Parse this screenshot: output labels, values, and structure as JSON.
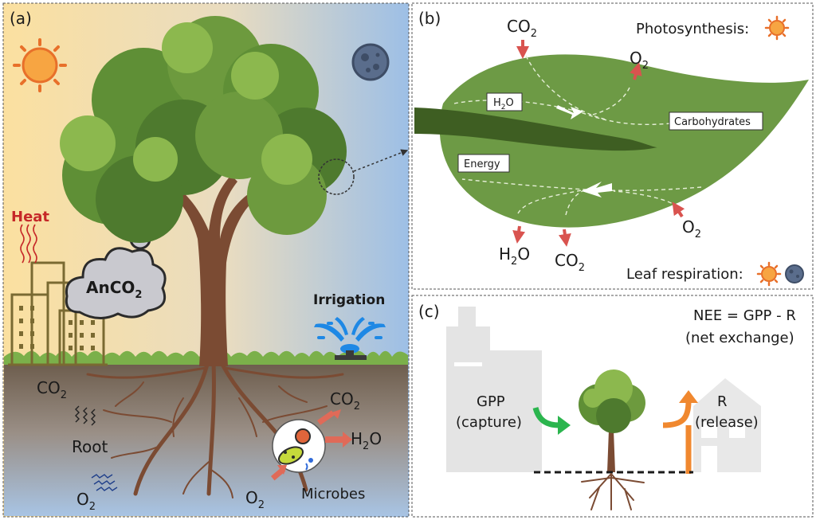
{
  "panels": {
    "a": {
      "label": "(a)",
      "heat": "Heat",
      "anco2_main": "AnCO",
      "anco2_sub": "2",
      "irrigation": "Irrigation",
      "soil_co2_main": "CO",
      "soil_co2_sub": "2",
      "root": "Root",
      "soil_o2_main": "O",
      "soil_o2_sub": "2",
      "microbe_co2_main": "CO",
      "microbe_co2_sub": "2",
      "microbe_h2o_main": "H",
      "microbe_h2o_sub": "2",
      "microbe_h2o_tail": "O",
      "microbe_o2_main": "O",
      "microbe_o2_sub": "2",
      "microbes": "Microbes"
    },
    "b": {
      "label": "(b)",
      "co2_in_main": "CO",
      "co2_in_sub": "2",
      "photosynthesis": "Photosynthesis:",
      "o2_out_main": "O",
      "o2_out_sub": "2",
      "h2o_box_main": "H",
      "h2o_box_sub": "2",
      "h2o_box_tail": "O",
      "carbohydrates": "Carbohydrates",
      "energy": "Energy",
      "h2o_out_main": "H",
      "h2o_out_sub": "2",
      "h2o_out_tail": "O",
      "co2_out_main": "CO",
      "co2_out_sub": "2",
      "o2_in_main": "O",
      "o2_in_sub": "2",
      "leaf_respiration": "Leaf respiration:"
    },
    "c": {
      "label": "(c)",
      "equation": "NEE = GPP - R",
      "equation_note": "(net exchange)",
      "gpp": "GPP",
      "gpp_note": "(capture)",
      "r": "R",
      "r_note": "(release)"
    }
  },
  "colors": {
    "sky_warm": "#fbe3a8",
    "sky_cool": "#a9c6e6",
    "grass": "#7bb04a",
    "soil": "#7a6a58",
    "leaf": "#6d9a45",
    "tree_dark": "#4e7a2e",
    "tree_light": "#8cb84e",
    "trunk": "#7b4b33",
    "arrow_red": "#d9534f",
    "arrow_green": "#2bb54e",
    "arrow_orange": "#f0882f",
    "irrigation_blue": "#1e88e5"
  }
}
